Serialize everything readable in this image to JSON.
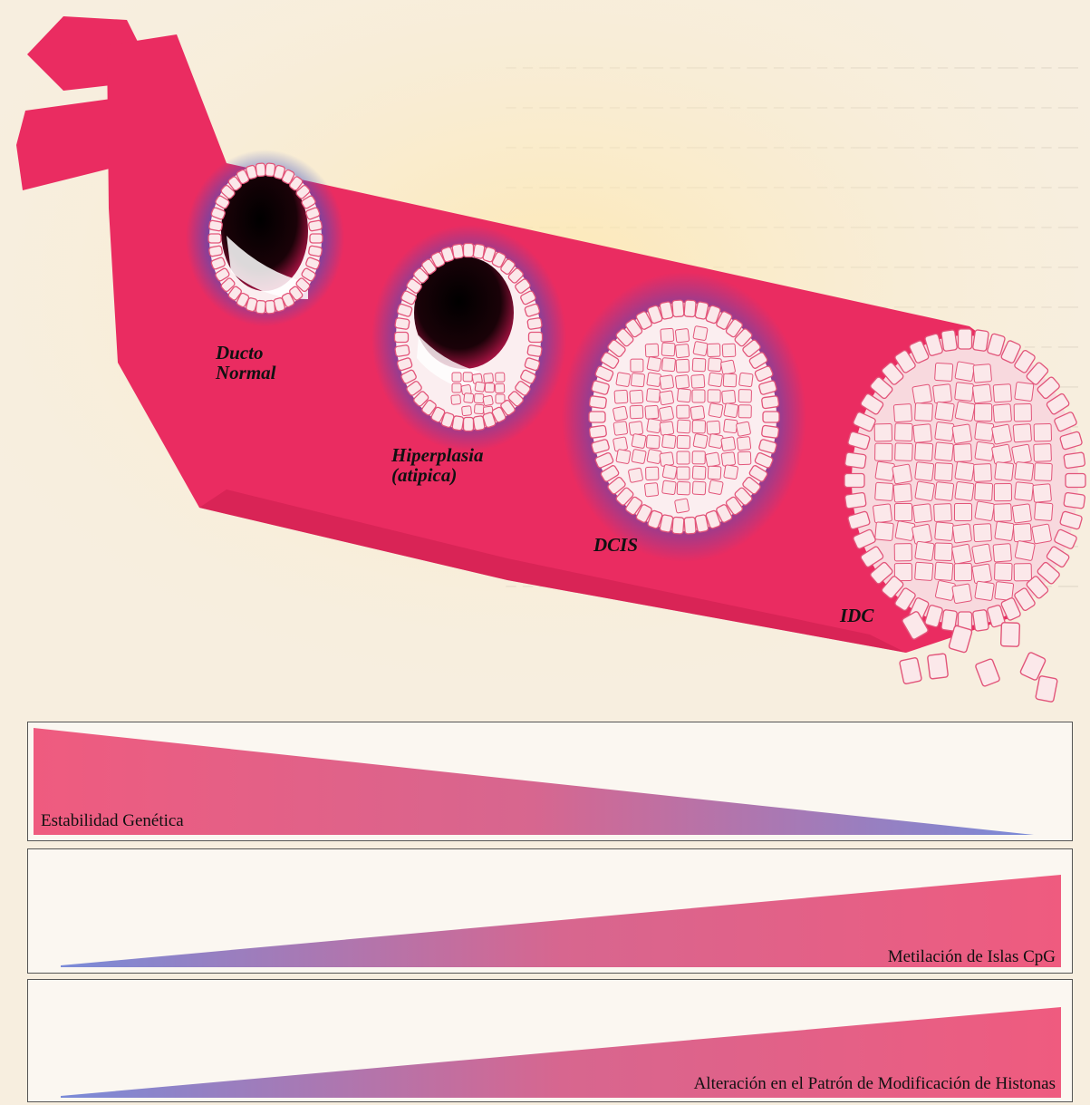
{
  "colors": {
    "vessel": "#ea2c61",
    "vessel_dark": "#c81c4c",
    "cell_fill": "#fbe8ea",
    "cell_stroke": "#e2557a",
    "halo": "#3a4fc4",
    "lumen": "#1a0208",
    "gradient_pink": "#ef5b7f",
    "gradient_blue": "#7a8bd8",
    "background": "#f7eedf"
  },
  "stages": [
    {
      "id": "normal",
      "label_lines": [
        "Ducto",
        "Normal"
      ]
    },
    {
      "id": "hyperplasia",
      "label_lines": [
        "Hiperplasia",
        "(atipica)"
      ]
    },
    {
      "id": "dcis",
      "label_lines": [
        "DCIS"
      ]
    },
    {
      "id": "idc",
      "label_lines": [
        "IDC"
      ]
    }
  ],
  "gradients": [
    {
      "id": "genetic-stability",
      "label": "Estabilidad Genética",
      "trend": "decreasing"
    },
    {
      "id": "cpg-methylation",
      "label": "Metilación de Islas CpG",
      "trend": "increasing"
    },
    {
      "id": "histone-modification",
      "label": "Alteración en el Patrón de Modificación de Histonas",
      "trend": "increasing"
    }
  ]
}
